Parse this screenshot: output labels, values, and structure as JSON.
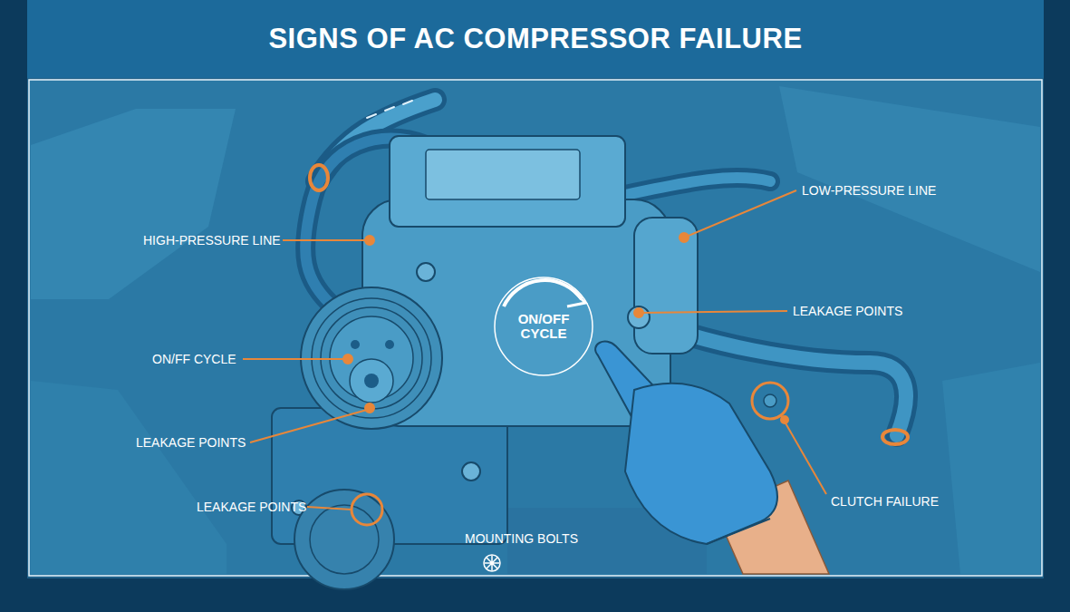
{
  "diagram": {
    "title": "SIGNS OF AC COMPRESSOR FAILURE",
    "labels": [
      "HIGH-PRESSURE LINE",
      "LOW-PRESSURE LINE",
      "ON/OFF CYCLE",
      "LEAKAGE POINTS",
      "ON/FF CYCLE",
      "LEAKAGE POINTS",
      "LEAKAGE POINTS",
      "CLUTCH FAILURE",
      "MOUNTING BOLTS"
    ]
  }
}
